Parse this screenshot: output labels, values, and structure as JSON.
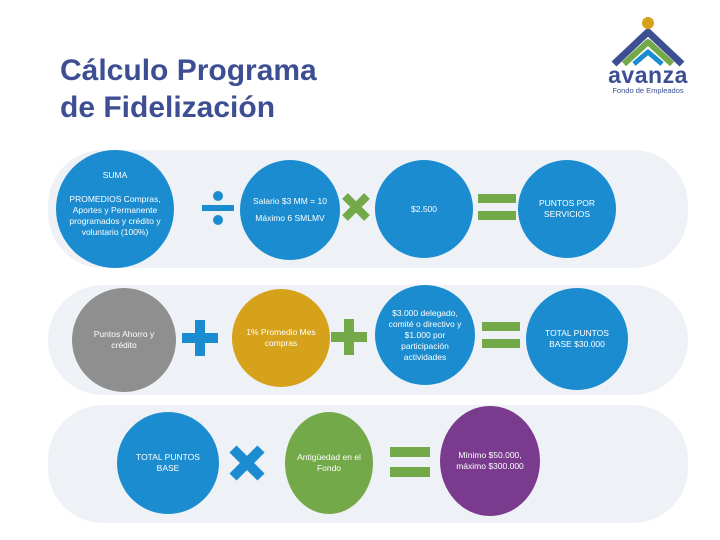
{
  "title": {
    "line1": "Cálculo Programa",
    "line2": "de Fidelización"
  },
  "logo": {
    "word": "avanza",
    "subtitle": "Fondo de Empleados"
  },
  "colors": {
    "blue": "#1a8ccf",
    "gray": "#8f8f8f",
    "gold": "#d6a21b",
    "green": "#74a949",
    "purple": "#7a3b8f",
    "navy": "#3d4f92"
  },
  "row1": {
    "circle1": {
      "heading": "SUMA",
      "text": "PROMEDIOS Compras, Aportes y Permanente programados y crédito y voluntario (100%)"
    },
    "operator1": "divide-icon",
    "circle2": {
      "line1": "Salario $3 MM = 10",
      "line2": "Máximo 6 SMLMV"
    },
    "operator2": "multiply-icon",
    "circle3": {
      "text": "$2.500"
    },
    "operator3": "equals-icon",
    "circle4": {
      "text": "PUNTOS POR SERVICIOS"
    }
  },
  "row2": {
    "circle1": {
      "text": "Puntos Ahorro y crédito"
    },
    "operator1": "plus-icon",
    "circle2": {
      "text": "1% Promedio Mes compras"
    },
    "operator2": "plus-icon",
    "circle3": {
      "text": "$3.000 delegado, comité o directivo y $1.000 por participación actividades"
    },
    "operator3": "equals-icon",
    "circle4": {
      "text": "TOTAL PUNTOS BASE $30.000"
    }
  },
  "row3": {
    "circle1": {
      "text": "TOTAL PUNTOS BASE"
    },
    "operator1": "multiply-icon",
    "circle2": {
      "text": "Antigüedad en el Fondo"
    },
    "operator2": "equals-icon",
    "circle3": {
      "text": "Mínimo $50.000, máximo $300.000"
    }
  }
}
